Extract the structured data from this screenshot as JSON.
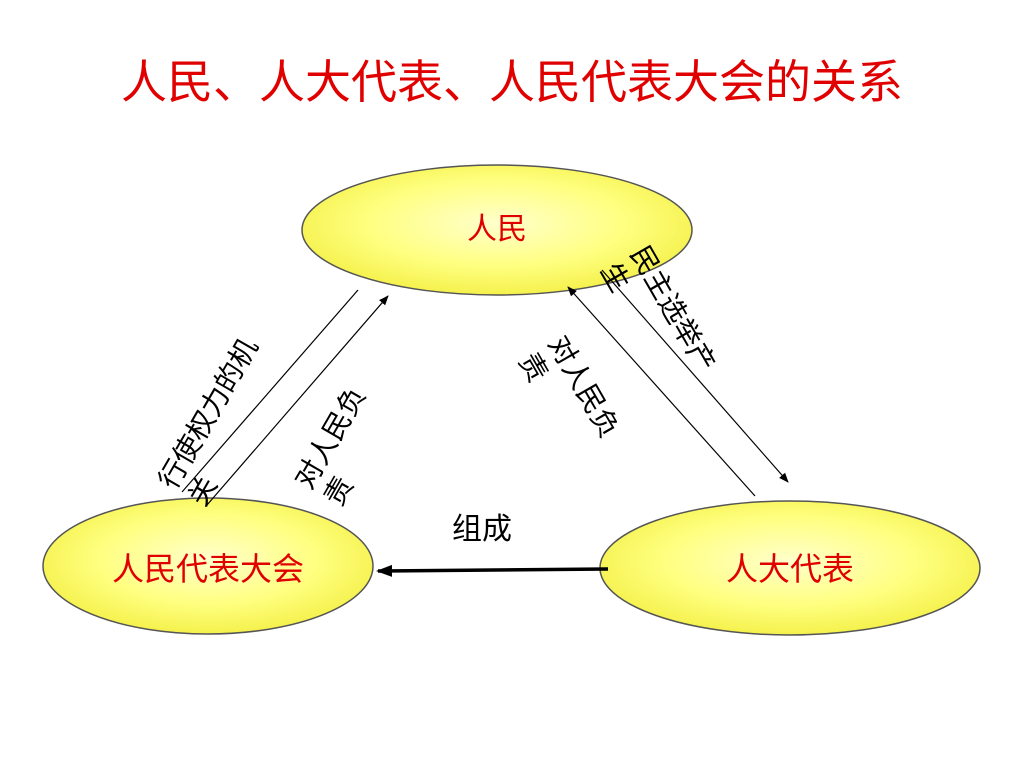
{
  "title": "人民、人大代表、人民代表大会的关系",
  "nodes": {
    "people": "人民",
    "npc": "人民代表大会",
    "deputies": "人大代表"
  },
  "edges": {
    "npc_to_people": [
      "行使权力的机",
      "关"
    ],
    "npc_resp_people": [
      "对人民负",
      "责"
    ],
    "people_elect": [
      "民主选举产",
      "生"
    ],
    "deputies_resp_people": [
      "对人民负",
      "责"
    ],
    "compose": "组成"
  },
  "colors": {
    "title": "#e00000",
    "node_fill": "#ffff66",
    "node_stroke": "#555555",
    "node_text": "#e00000",
    "line": "#000000"
  }
}
